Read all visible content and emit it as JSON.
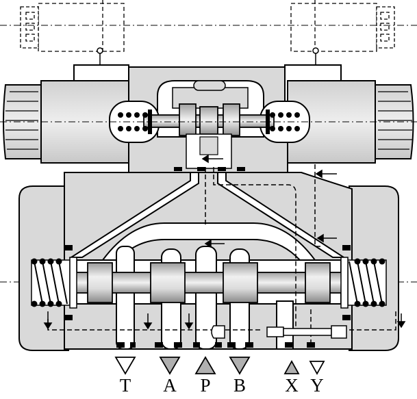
{
  "ports": [
    {
      "id": "T",
      "label": "T",
      "symbol": "outline-triangle-down"
    },
    {
      "id": "A",
      "label": "A",
      "symbol": "filled-triangle-down"
    },
    {
      "id": "P",
      "label": "P",
      "symbol": "filled-triangle-up"
    },
    {
      "id": "B",
      "label": "B",
      "symbol": "filled-triangle-down"
    },
    {
      "id": "X",
      "label": "X",
      "symbol": "filled-triangle-up"
    },
    {
      "id": "Y",
      "label": "Y",
      "symbol": "outline-triangle-down"
    }
  ],
  "colors": {
    "body": "#d9d9d9",
    "cavity": "#ffffff",
    "outline": "#000000",
    "symbol_fill": "#b0b0b0",
    "spool_light": "#e8e8e8",
    "spool_dark": "#9a9a9a"
  }
}
